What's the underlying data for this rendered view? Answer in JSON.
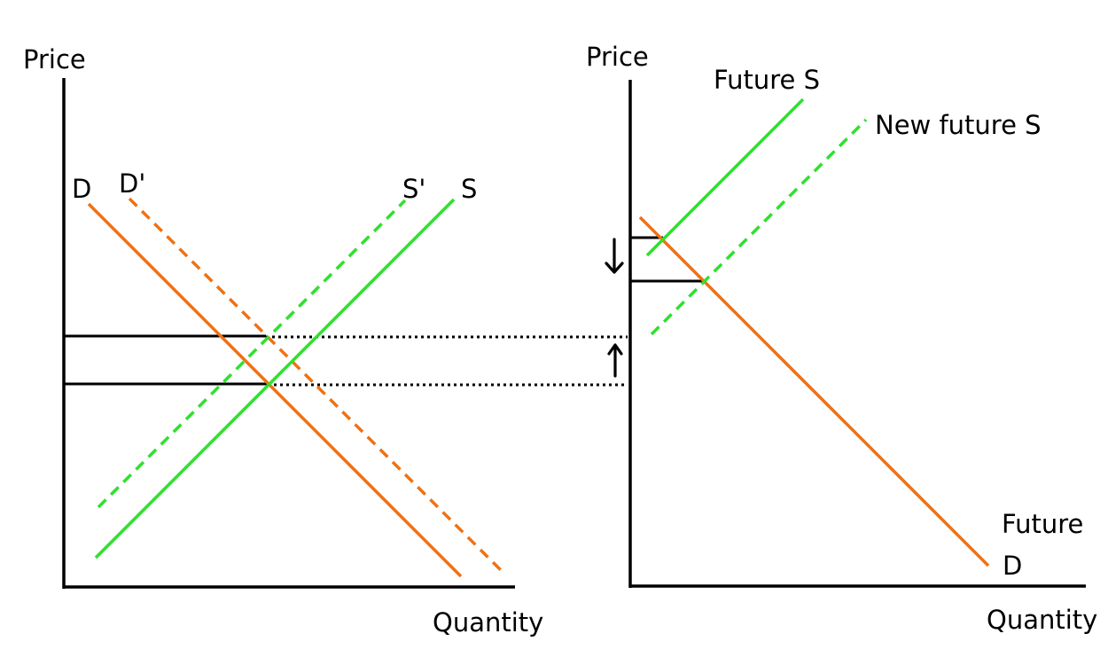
{
  "colors": {
    "demand": "#f07112",
    "supply": "#2ee12e",
    "axis": "#000000"
  },
  "left_panel": {
    "y_axis_label": "Price",
    "x_axis_label": "Quantity",
    "curves": {
      "d": "D",
      "d_prime": "D'",
      "s_prime": "S'",
      "s": "S"
    }
  },
  "right_panel": {
    "y_axis_label": "Price",
    "x_axis_label": "Quantity",
    "curves": {
      "future_s": "Future S",
      "new_future_s": "New future S",
      "future_d_line1": "Future",
      "future_d_line2": "D"
    },
    "arrows": {
      "down": "down-arrow-icon",
      "up": "up-arrow-icon"
    }
  }
}
